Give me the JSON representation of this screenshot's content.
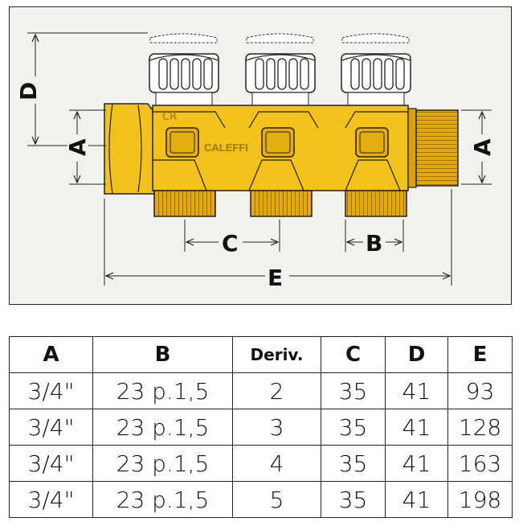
{
  "diagram": {
    "labels": {
      "a_left": "A",
      "a_right": "A",
      "b": "B",
      "c": "C",
      "d": "D",
      "e": "E"
    },
    "logo": "CR",
    "brand": "CALEFFI",
    "body_color": "#f3c11c",
    "body_shadow": "#d9a300",
    "line_color": "#222222"
  },
  "table": {
    "headers": [
      "A",
      "B",
      "Deriv.",
      "C",
      "D",
      "E"
    ],
    "rows": [
      [
        "3/4\"",
        "23 p.1,5",
        "2",
        "35",
        "41",
        "93"
      ],
      [
        "3/4\"",
        "23 p.1,5",
        "3",
        "35",
        "41",
        "128"
      ],
      [
        "3/4\"",
        "23 p.1,5",
        "4",
        "35",
        "41",
        "163"
      ],
      [
        "3/4\"",
        "23 p.1,5",
        "5",
        "35",
        "41",
        "198"
      ]
    ]
  }
}
